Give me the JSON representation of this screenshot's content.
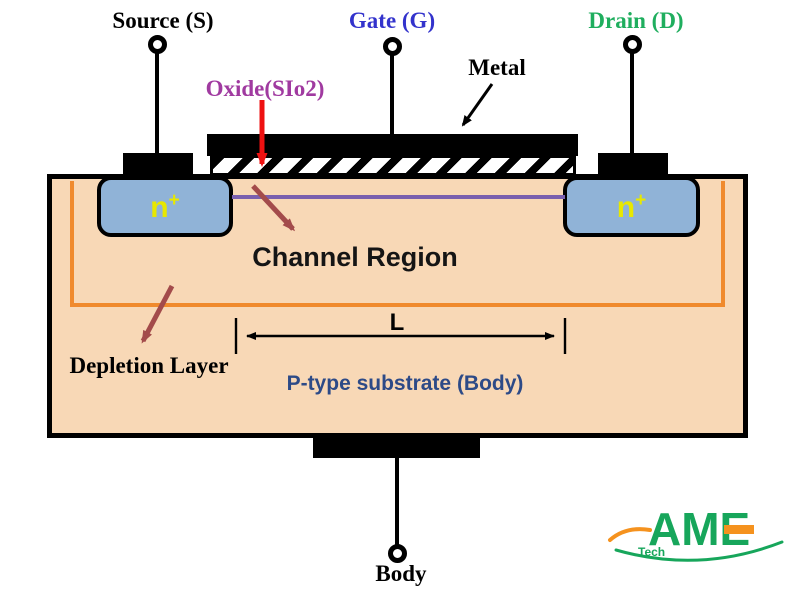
{
  "diagram": {
    "type": "MOSFET cross-section",
    "terminals": {
      "source": "Source (S)",
      "gate": "Gate (G)",
      "drain": "Drain (D)",
      "body": "Body"
    },
    "labels": {
      "metal": "Metal",
      "oxide": "Oxide(SIo2)",
      "channel": "Channel Region",
      "depletion": "Depletion Layer",
      "substrate": "P-type substrate (Body)",
      "channel_length": "L",
      "n_base": "n",
      "n_sup": "+"
    }
  },
  "logo": {
    "text": "AME",
    "sub": "Tech"
  },
  "colors": {
    "gate_blue": "#3333cc",
    "drain_green": "#1fae5e",
    "oxide_purple": "#a03aa0",
    "substrate_fill": "#f8d8b6",
    "nplus_fill": "#90b3d7",
    "nplus_text": "#e8e800",
    "depletion_orange": "#f08a2d",
    "channel_purple": "#7a5fae",
    "arrow_brown": "#a34b4b",
    "arrow_red": "#ee1111",
    "substrate_text": "#2d4a87",
    "logo_green": "#17a65b",
    "logo_orange": "#f5921e"
  }
}
